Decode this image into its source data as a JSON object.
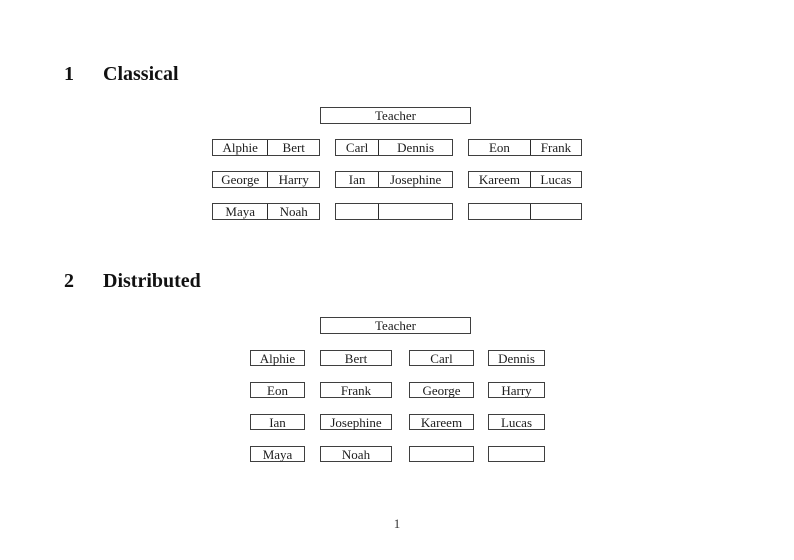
{
  "page": {
    "number": "1"
  },
  "sections": [
    {
      "heading_number": "1",
      "heading_title": "Classical",
      "teacher_label": "Teacher",
      "rows": [
        [
          [
            "Alphie",
            "Bert"
          ],
          [
            "Carl",
            "Dennis"
          ],
          [
            "Eon",
            "Frank"
          ]
        ],
        [
          [
            "George",
            "Harry"
          ],
          [
            "Ian",
            "Josephine"
          ],
          [
            "Kareem",
            "Lucas"
          ]
        ],
        [
          [
            "Maya",
            "Noah"
          ],
          [
            "",
            ""
          ],
          [
            "",
            ""
          ]
        ]
      ]
    },
    {
      "heading_number": "2",
      "heading_title": "Distributed",
      "teacher_label": "Teacher",
      "rows": [
        [
          "Alphie",
          "Bert",
          "Carl",
          "Dennis"
        ],
        [
          "Eon",
          "Frank",
          "George",
          "Harry"
        ],
        [
          "Ian",
          "Josephine",
          "Kareem",
          "Lucas"
        ],
        [
          "Maya",
          "Noah",
          "",
          ""
        ]
      ]
    }
  ]
}
